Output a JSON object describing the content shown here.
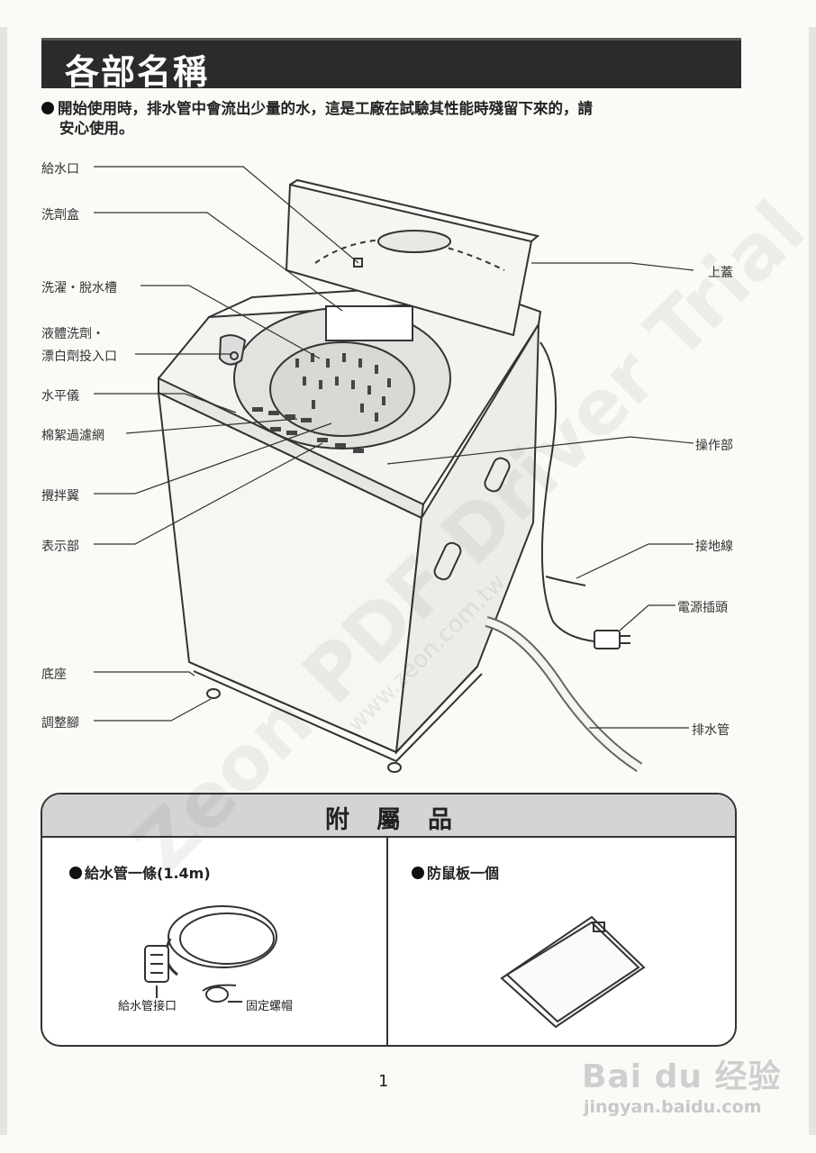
{
  "title": "各部名稱",
  "note": {
    "line1": "開始使用時，排水管中會流出少量的水，這是工廠在試驗其性能時殘留下來的，請",
    "line2": "安心使用。"
  },
  "labels_left": [
    "給水口",
    "洗劑盒",
    "洗濯・脫水槽",
    "液體洗劑・",
    "漂白劑投入口",
    "水平儀",
    "棉絮過濾網",
    "攪拌翼",
    "表示部",
    "底座",
    "調整腳"
  ],
  "labels_right": [
    "上蓋",
    "操作部",
    "接地線",
    "電源插頭",
    "排水管"
  ],
  "accessories": {
    "header": "附屬品",
    "item1": "給水管一條(1.4m)",
    "item1_part_a": "給水管接口",
    "item1_part_b": "固定螺帽",
    "item2": "防鼠板一個"
  },
  "page_number": "1",
  "watermark": {
    "brand": "Bai du 经验",
    "url": "jingyan.baidu.com",
    "diag": "Zeon PDF Driver Trial",
    "diag_url": "www.zeon.com.tw"
  }
}
